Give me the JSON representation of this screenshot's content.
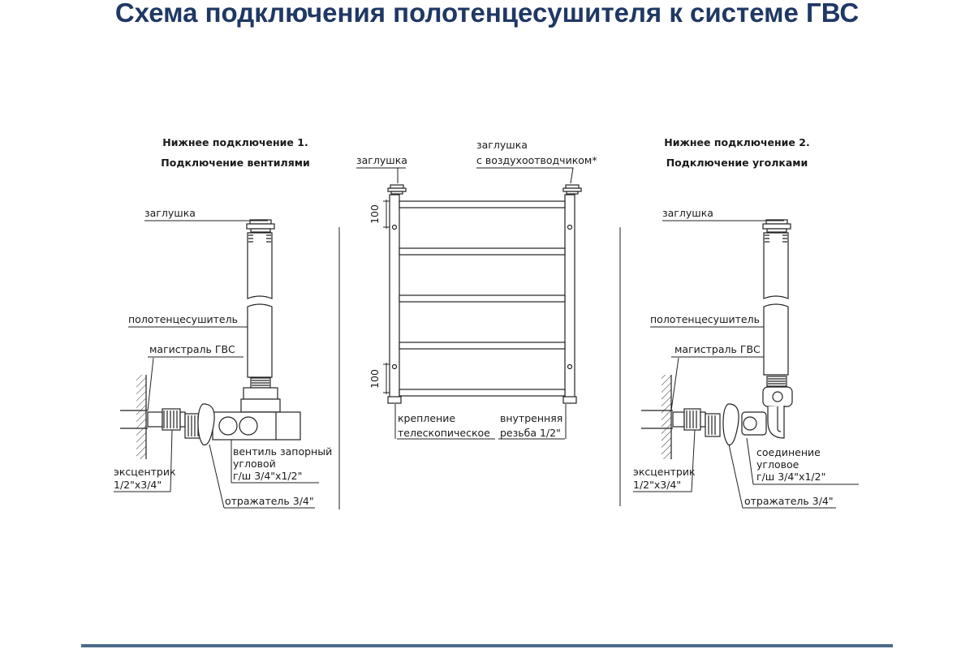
{
  "title": "Схема подключения полотенцесушителя к системе ГВС",
  "left": {
    "heading1": "Нижнее подключение 1.",
    "heading2": "Подключение вентилями",
    "plug": "заглушка",
    "towel_dryer": "полотенцесушитель",
    "main": "магистраль ГВС",
    "valve_1": "вентиль запорный",
    "valve_2": "угловой",
    "valve_3": "г/ш 3/4\"х1/2\"",
    "eccentric_1": "эксцентрик",
    "eccentric_2": "1/2\"х3/4\"",
    "reflector": "отражатель 3/4\""
  },
  "center": {
    "plug": "заглушка",
    "plug_air_1": "заглушка",
    "plug_air_2": "с воздухоотводчиком*",
    "dim_top": "100",
    "dim_bottom": "100",
    "mount_1": "крепление",
    "mount_2": "телескопическое",
    "thread_1": "внутренняя",
    "thread_2": "резьба 1/2\""
  },
  "right": {
    "heading1": "Нижнее подключение 2.",
    "heading2": "Подключение уголками",
    "plug": "заглушка",
    "towel_dryer": "полотенцесушитель",
    "main": "магистраль ГВС",
    "elbow_1": "соединение",
    "elbow_2": "угловое",
    "elbow_3": "г/ш 3/4\"х1/2\"",
    "eccentric_1": "эксцентрик",
    "eccentric_2": "1/2\"х3/4\"",
    "reflector": "отражатель 3/4\""
  }
}
